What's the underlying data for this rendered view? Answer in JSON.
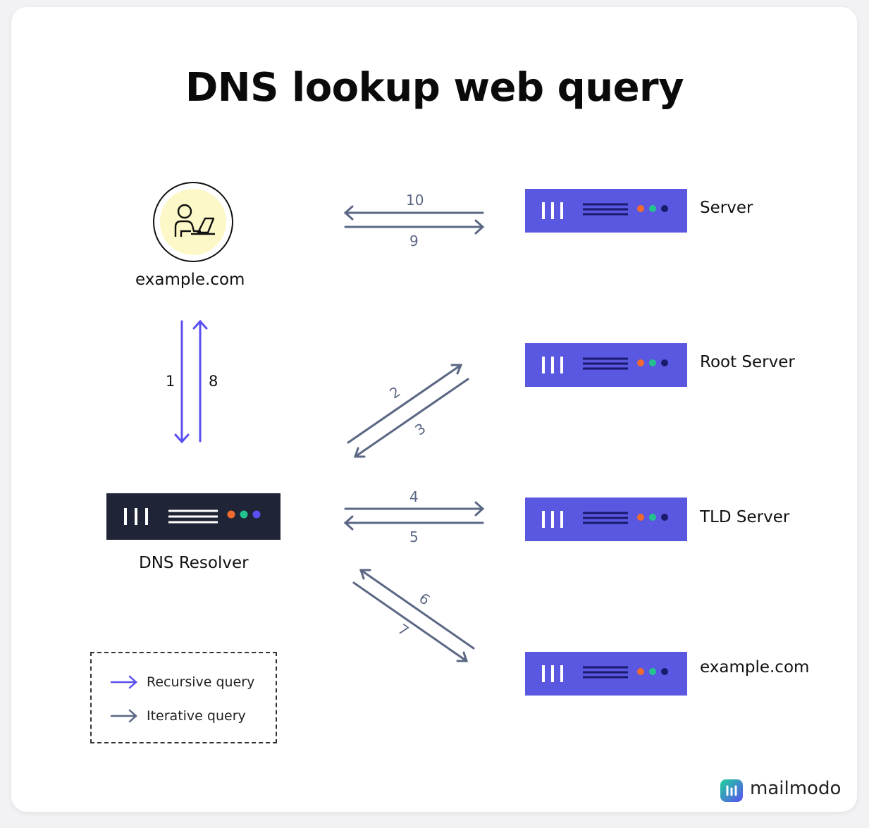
{
  "title": "DNS lookup web query",
  "nodes": {
    "client": "example.com",
    "resolver": "DNS Resolver",
    "server": "Server",
    "root": "Root Server",
    "tld": "TLD Server",
    "auth": "example.com"
  },
  "steps": {
    "s1": "1",
    "s2": "2",
    "s3": "3",
    "s4": "4",
    "s5": "5",
    "s6": "6",
    "s7": "7",
    "s8": "8",
    "s9": "9",
    "s10": "10"
  },
  "legend": {
    "recursive": "Recursive query",
    "iterative": "Iterative query"
  },
  "brand": "mailmodo",
  "colors": {
    "server": "#5a57e0",
    "resolver": "#1f2537",
    "recursive_arrow": "#5a4ff1",
    "iterative_arrow": "#5b6784",
    "dot_orange": "#f26a2e",
    "dot_green": "#22c38e",
    "avatar_bg": "#fdf8c8"
  }
}
